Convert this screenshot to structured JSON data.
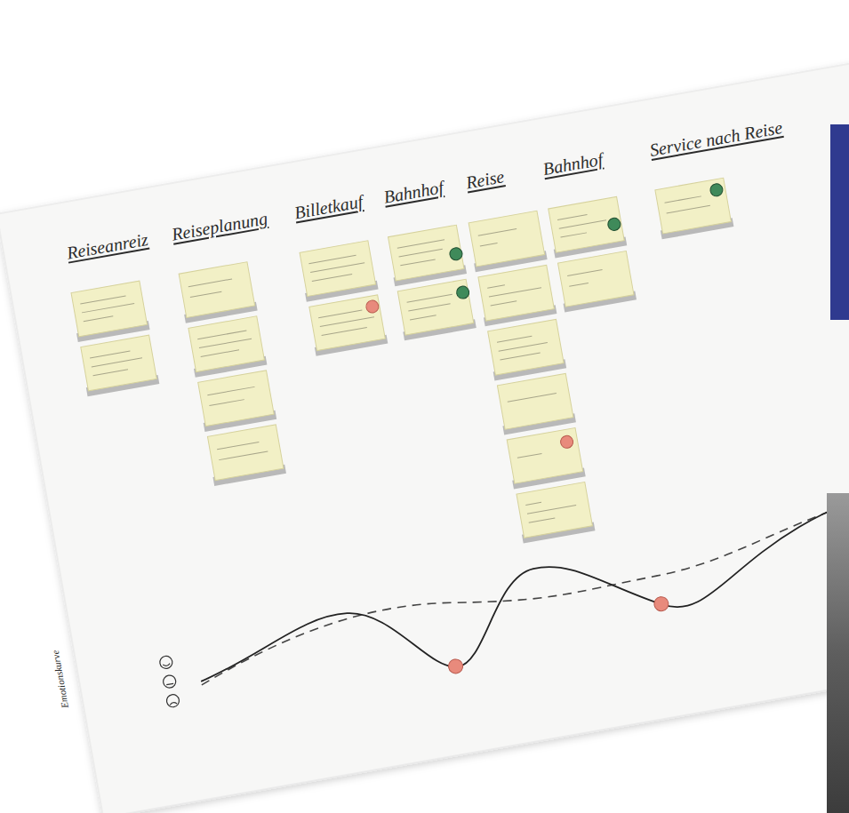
{
  "diagram": {
    "labels": [
      "Reiseanreiz",
      "Reiseplanung",
      "Billetkauf",
      "Bahnhof",
      "Reise",
      "Bahnhof",
      "Service nach Reise",
      "Emotionskurve"
    ]
  }
}
